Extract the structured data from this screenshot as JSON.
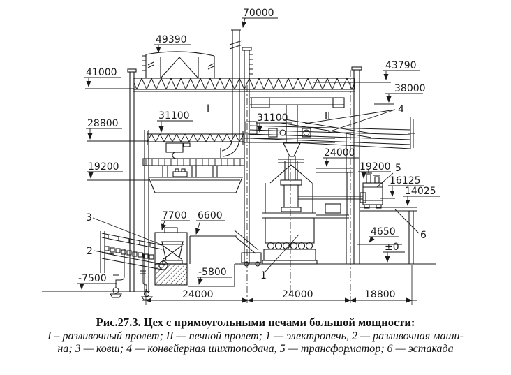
{
  "figure": {
    "number": "Рис.27.3.",
    "title": " Цех с прямоугольными печами большой  мощности:",
    "legend_line_1": "I – разливочный пролет; II — печной пролет; 1 — электропечь, 2 — разливочная маши-",
    "legend_line_2": "на; 3 —  ковш; 4 — конвейерная шихтоподача, 5 — трансформатор; 6 — эстакада"
  },
  "marks": {
    "top_70000": "70000",
    "roof_49390": "49390",
    "left_41000": "41000",
    "left_28800": "28800",
    "left_19200": "19200",
    "left_minus7500": "-7500",
    "right_43790": "43790",
    "right_38000": "38000",
    "bay1_31100": "31100",
    "bay2_31100": "31100",
    "bay2_24000": "24000",
    "right_19200": "19200",
    "right_16125": "16125",
    "right_14025": "14025",
    "mid_7700": "7700",
    "mid_6600": "6600",
    "est_4650": "4650",
    "est_zero": "±0",
    "mid_minus5800": "-5800"
  },
  "callouts": {
    "c1": "1",
    "c2": "2",
    "c3": "3",
    "c4": "4",
    "c5": "5",
    "c6": "6",
    "bay1": "I",
    "bay2": "II"
  },
  "dimensions": {
    "span1": "24000",
    "span2": "24000",
    "span3": "18800"
  },
  "ink": "#1a1a1a",
  "paper": "#ffffff"
}
